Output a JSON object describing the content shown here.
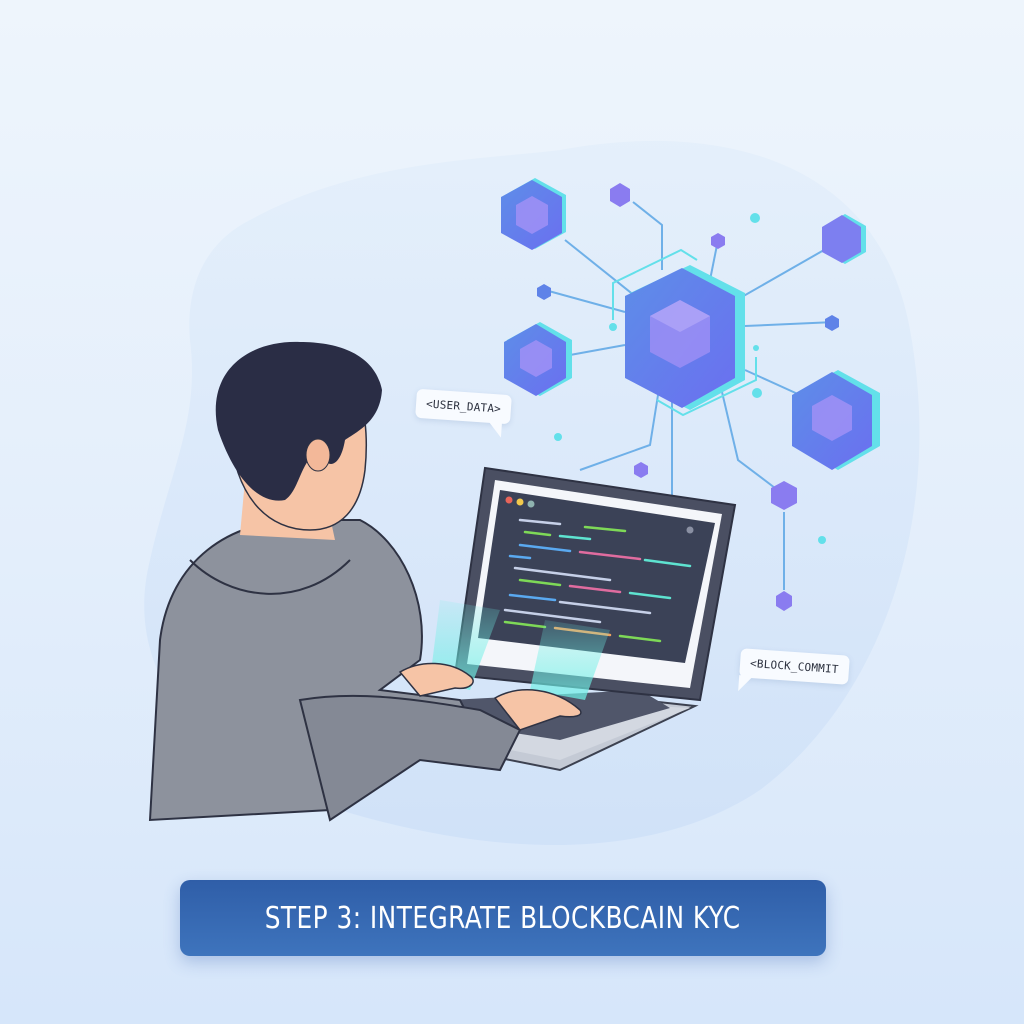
{
  "illustration": {
    "subject": "developer typing on laptop",
    "network": "blockchain node network of hexagonal cube blocks",
    "colors": {
      "background": "#e6f0fb",
      "blob": "#d9e8fa",
      "hair": "#2a2d45",
      "skin": "#f6c4a6",
      "hoodie": "#8d929d",
      "laptop_body": "#c9ced8",
      "laptop_bezel": "#4a4f62",
      "screen": "#3b4257",
      "node_blue": "#5f83e8",
      "node_purple": "#8a7cf0",
      "node_cyan": "#63e0ea",
      "link_line": "#6fb0e8"
    },
    "screen_window_dots": [
      "#e8655a",
      "#f2c94c",
      "#8fb3b0"
    ],
    "code_colors": [
      "#5ee3d0",
      "#7ed957",
      "#e06c9f",
      "#5aa9f0",
      "#c6d0e8",
      "#f0a35e"
    ]
  },
  "bubbles": {
    "user_data": "<USER_DATA>",
    "block_commit": "<BLOCK_COMMIT"
  },
  "banner": {
    "label": "STEP 3: INTEGRATE BLOCKBCAIN KYC",
    "color": "#3566b0",
    "text_color": "#ffffff"
  }
}
